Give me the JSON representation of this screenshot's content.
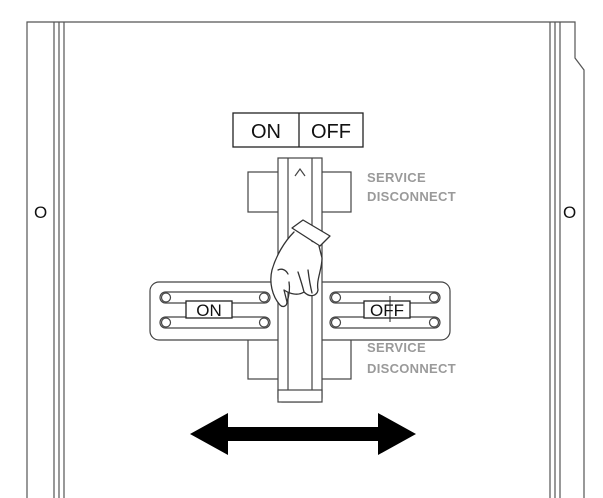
{
  "top_label": {
    "on": "ON",
    "off": "OFF"
  },
  "service_disconnect_upper": {
    "line1": "SERVICE",
    "line2": "DISCONNECT"
  },
  "service_disconnect_lower": {
    "line1": "SERVICE",
    "line2": "DISCONNECT"
  },
  "slider_positions": {
    "on": "ON",
    "off": "OFF"
  },
  "side_marks": {
    "left": "O",
    "right": "O"
  },
  "colors": {
    "line": "#333333",
    "label_gray": "#9a9a9a",
    "arrow": "#000000"
  },
  "icons": {
    "hand": "pointing-hand-icon",
    "arrow": "double-headed-arrow-icon"
  }
}
